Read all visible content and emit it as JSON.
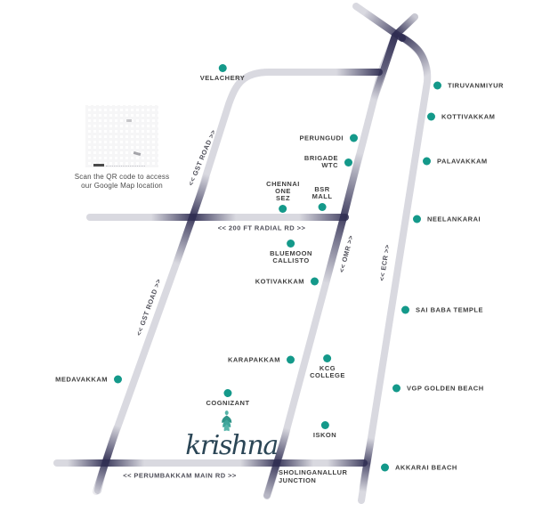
{
  "colors": {
    "accent_teal": "#14998a",
    "road_light": "#d9d9e0",
    "road_dark": "#2f2d52",
    "label_text": "#3e3e3e",
    "logo_text": "#2b4656",
    "leaf_teal": "#3fa69b"
  },
  "qr_section": {
    "line1": "Scan the QR code to access",
    "line2": "our Google Map location"
  },
  "logo": {
    "text": "krishna"
  },
  "road_labels": [
    {
      "id": "gst-road-upper",
      "text": "<< GST ROAD >>"
    },
    {
      "id": "radial-road",
      "text": "<< 200 FT RADIAL RD >>"
    },
    {
      "id": "omr",
      "text": "<< OMR >>"
    },
    {
      "id": "ecr",
      "text": "<< ECR >>"
    },
    {
      "id": "gst-road-lower",
      "text": "<< GST ROAD >>"
    },
    {
      "id": "perumbakkam-main-rd",
      "text": "<< PERUMBAKKAM MAIN RD >>"
    }
  ],
  "locations": [
    {
      "label": "VELACHERY"
    },
    {
      "label": "TIRUVANMIYUR"
    },
    {
      "label": "KOTTIVAKKAM"
    },
    {
      "label": "PERUNGUDI"
    },
    {
      "lines": [
        "BRIGADE",
        "WTC"
      ]
    },
    {
      "label": "PALAVAKKAM"
    },
    {
      "lines": [
        "CHENNAI",
        "ONE",
        "SEZ"
      ]
    },
    {
      "lines": [
        "BSR",
        "MALL"
      ]
    },
    {
      "label": "NEELANKARAI"
    },
    {
      "lines": [
        "BLUEMOON",
        "CALLISTO"
      ]
    },
    {
      "label": "KOTIVAKKAM"
    },
    {
      "label": "SAI BABA TEMPLE"
    },
    {
      "label": "KARAPAKKAM"
    },
    {
      "lines": [
        "KCG",
        "COLLEGE"
      ]
    },
    {
      "label": "MEDAVAKKAM"
    },
    {
      "label": "VGP GOLDEN BEACH"
    },
    {
      "label": "COGNIZANT"
    },
    {
      "label": "ISKON"
    },
    {
      "label": "AKKARAI BEACH"
    },
    {
      "lines": [
        "SHOLINGANALLUR",
        "JUNCTION"
      ]
    }
  ]
}
